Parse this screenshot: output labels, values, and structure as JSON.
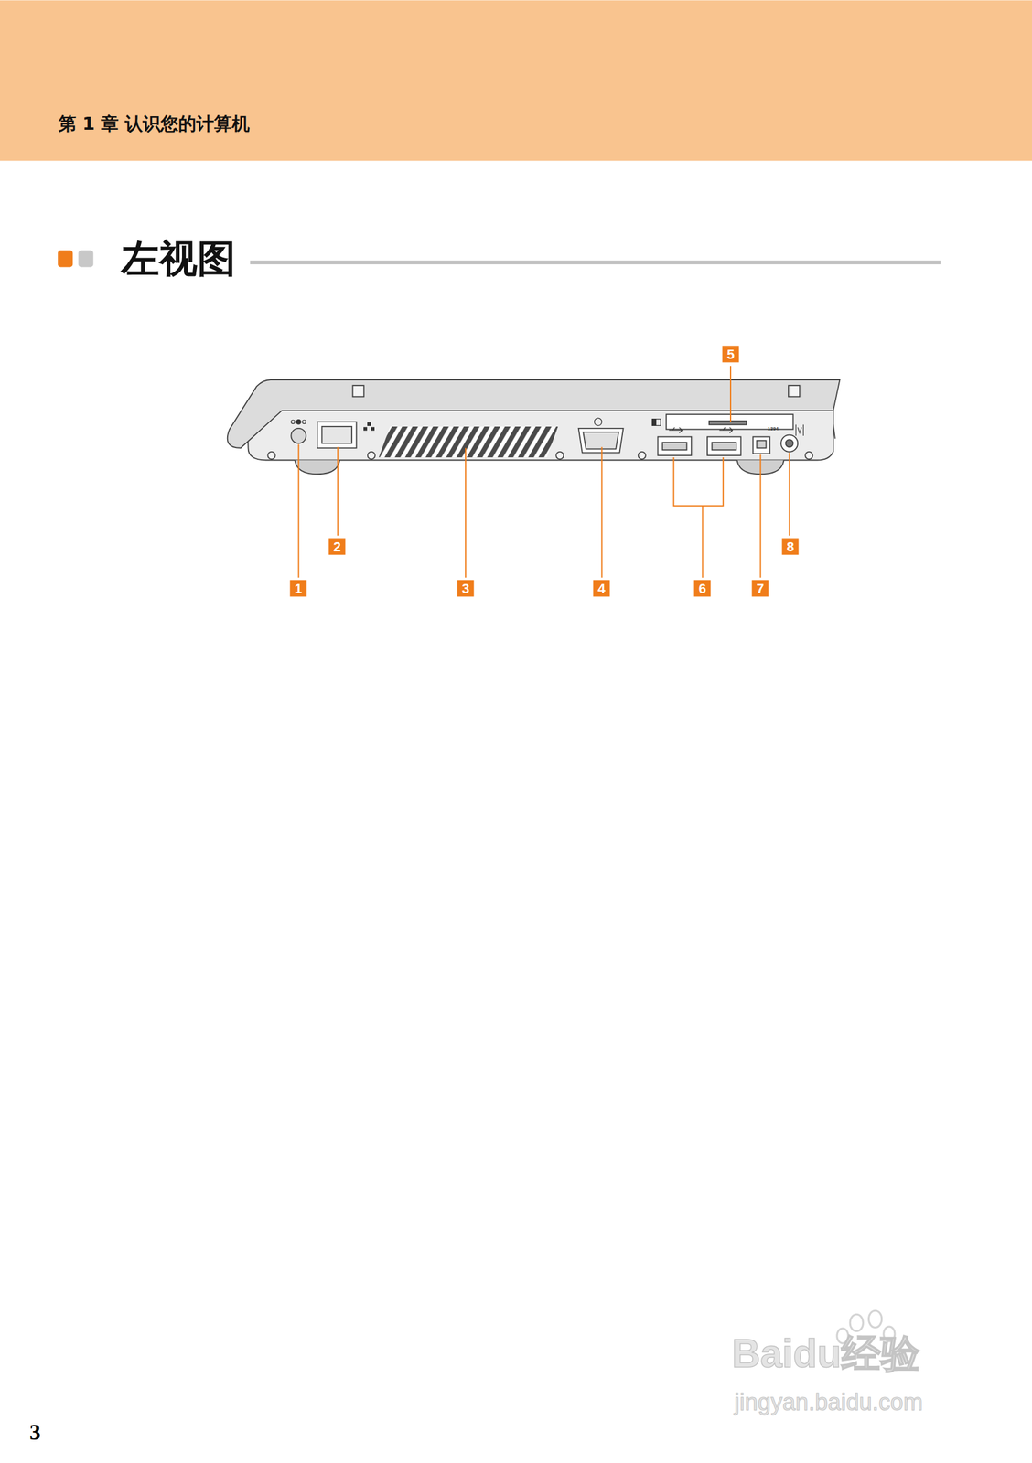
{
  "diagram": {
    "title": "左视图",
    "labels": [
      "第 1 章 认识您的计算机",
      "5",
      "2",
      "8",
      "1",
      "3",
      "4",
      "6",
      "7",
      "1394",
      "3",
      "Baidu经验",
      "jingyan.baidu.com"
    ]
  }
}
